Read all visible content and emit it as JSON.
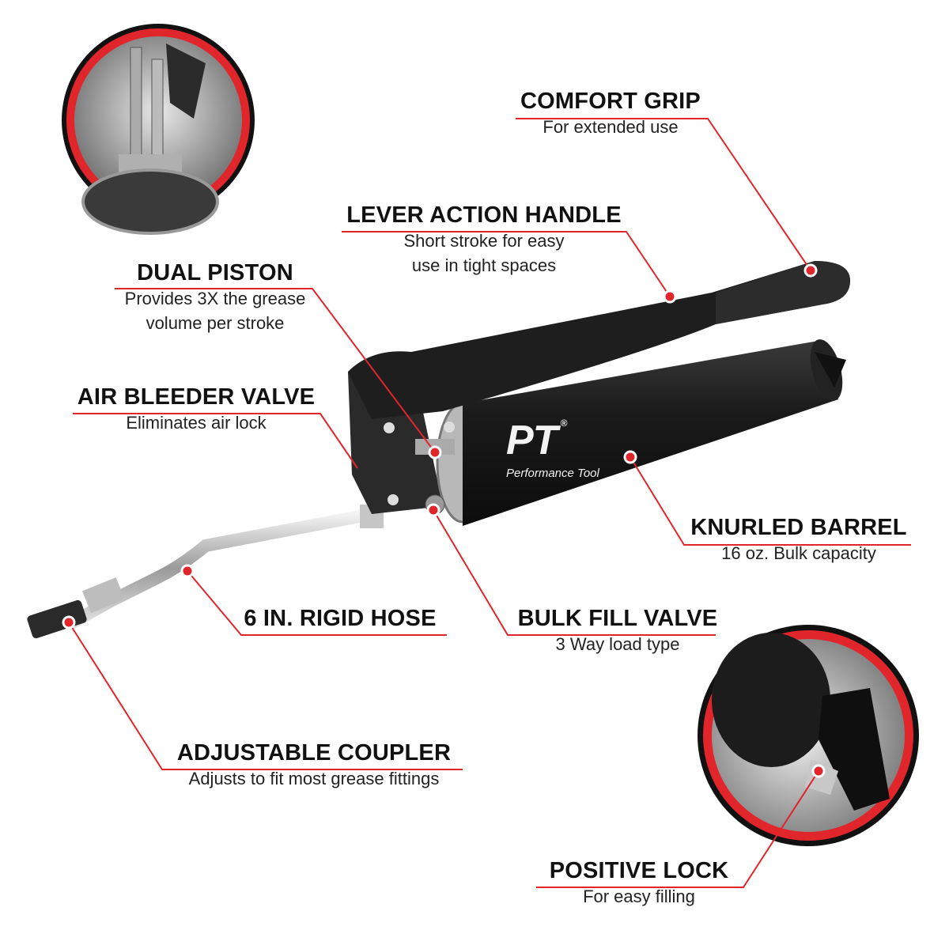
{
  "brand": {
    "logo_mark": "PT",
    "logo_name": "Performance Tool",
    "registered": "®"
  },
  "colors": {
    "accent": "#e0252b",
    "body": "#1a1a1a",
    "text": "#111111"
  },
  "callouts": {
    "comfort_grip": {
      "title": "COMFORT GRIP",
      "subtitle": "For extended use"
    },
    "lever_action_handle": {
      "title": "LEVER ACTION HANDLE",
      "subtitle_1": "Short stroke for easy",
      "subtitle_2": "use in tight spaces"
    },
    "dual_piston": {
      "title": "DUAL PISTON",
      "subtitle_1": "Provides 3X the grease",
      "subtitle_2": "volume per stroke"
    },
    "air_bleeder_valve": {
      "title": "AIR BLEEDER VALVE",
      "subtitle": "Eliminates air lock"
    },
    "knurled_barrel": {
      "title": "KNURLED BARREL",
      "subtitle": "16 oz. Bulk capacity"
    },
    "rigid_hose": {
      "title": "6 IN. RIGID HOSE"
    },
    "bulk_fill_valve": {
      "title": "BULK FILL VALVE",
      "subtitle": "3 Way load type"
    },
    "adjustable_coupler": {
      "title": "ADJUSTABLE COUPLER",
      "subtitle": "Adjusts to fit most grease fittings"
    },
    "positive_lock": {
      "title": "POSITIVE LOCK",
      "subtitle": "For easy filling"
    }
  }
}
